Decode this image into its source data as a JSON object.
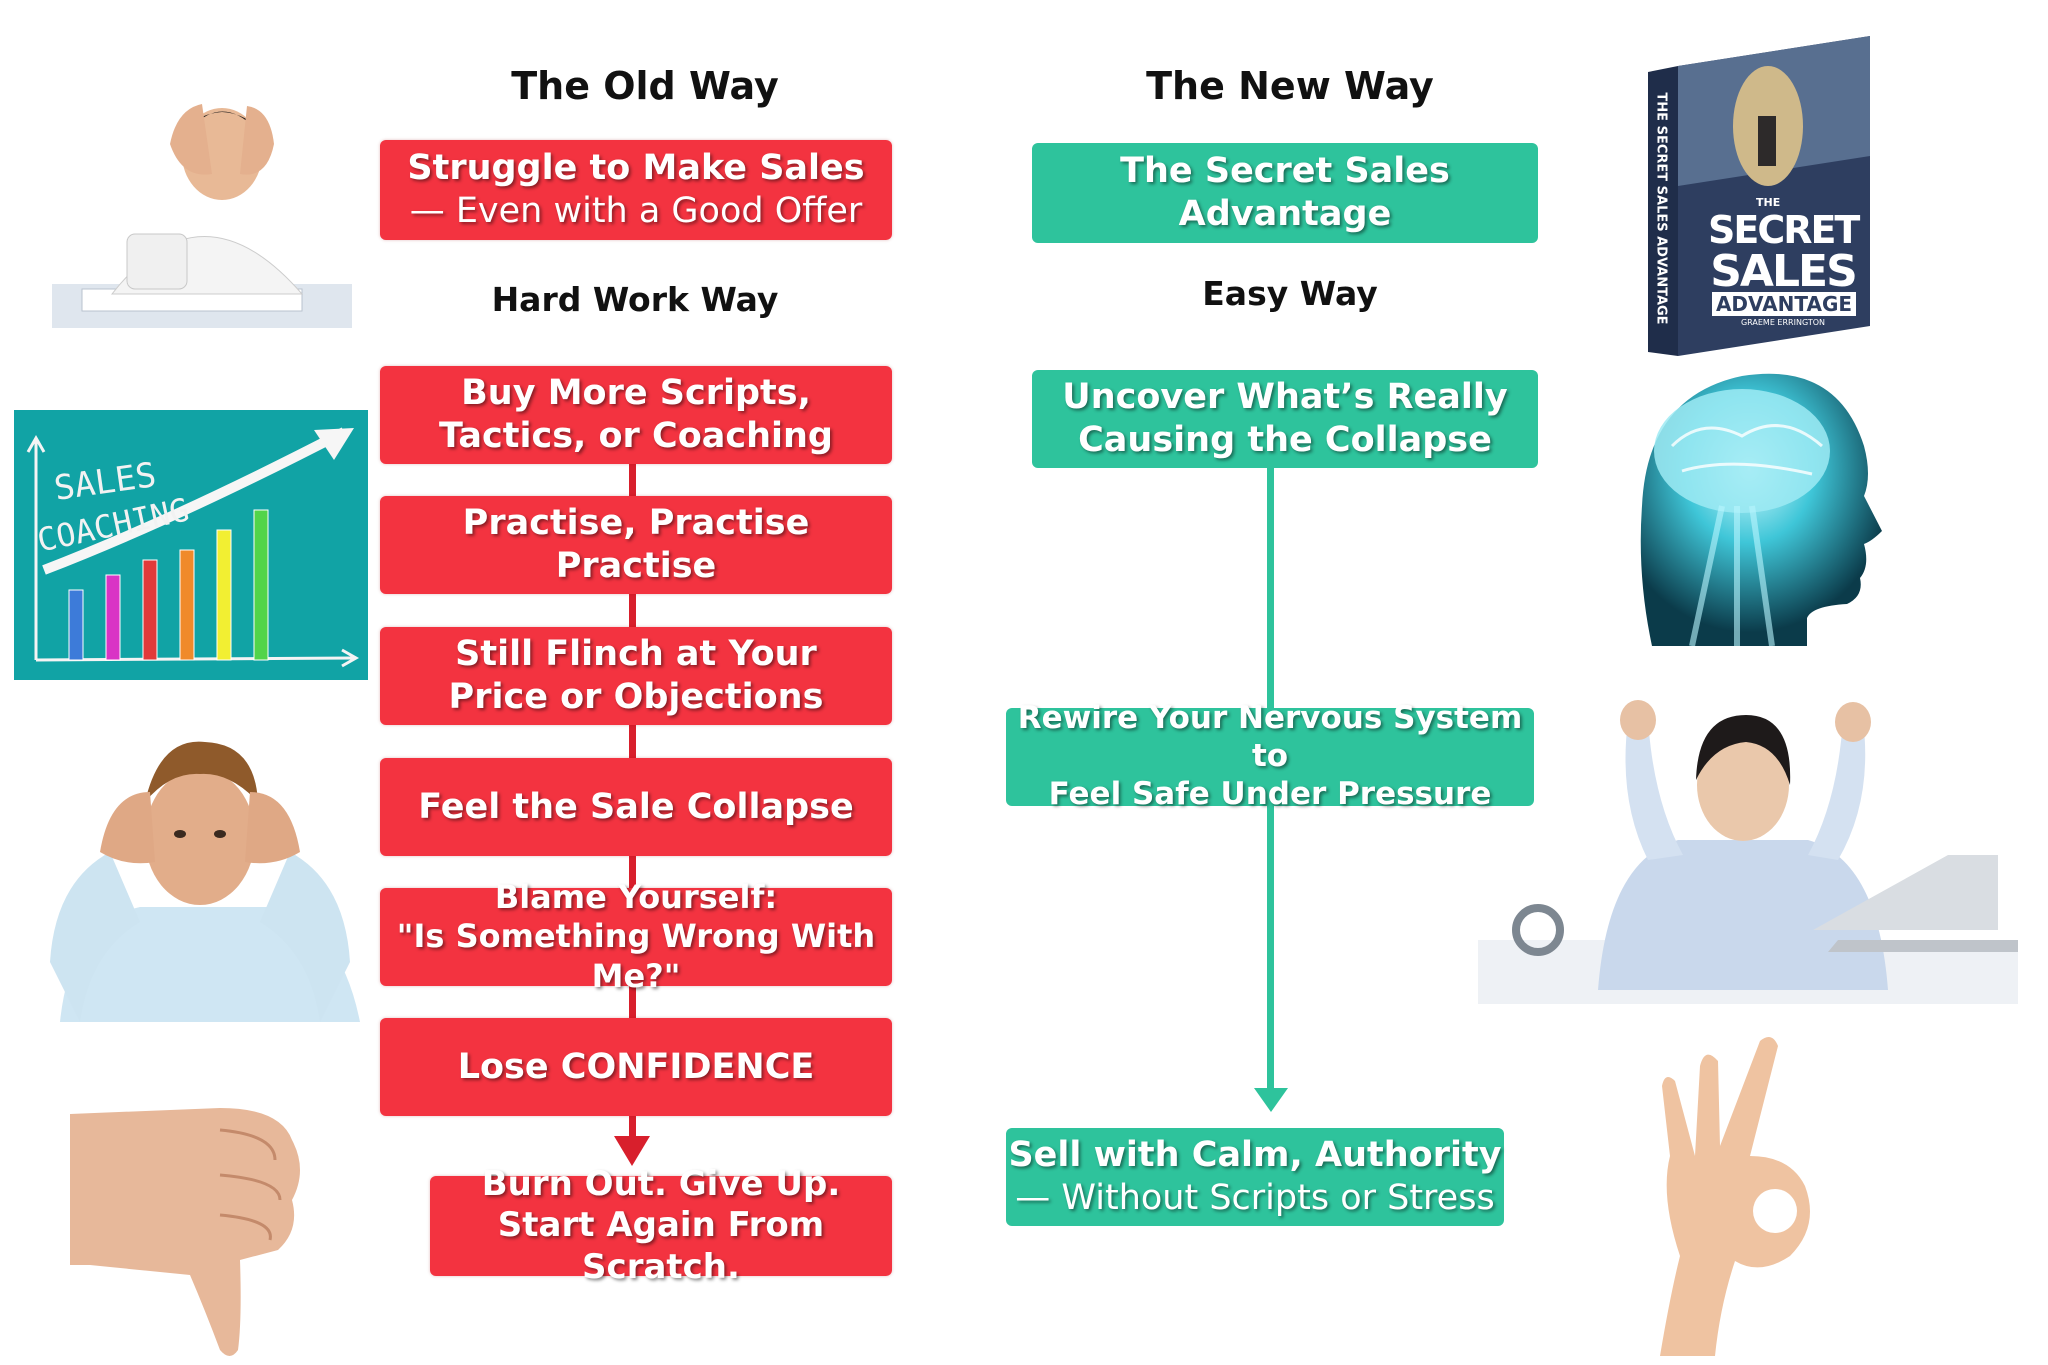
{
  "old_way": {
    "heading": "The Old Way",
    "subheading": "Hard Work Way",
    "top_box": {
      "line1": "Struggle to Make Sales",
      "line2": "— Even with a Good Offer"
    },
    "steps": [
      {
        "line1": "Buy More Scripts,",
        "line2": "Tactics, or Coaching"
      },
      {
        "line1": "Practise, Practise",
        "line2": "Practise"
      },
      {
        "line1": "Still Flinch at Your",
        "line2": "Price or Objections"
      },
      {
        "line1": "Feel the Sale Collapse",
        "line2": ""
      },
      {
        "line1": "Blame Yourself:",
        "line2": "\"Is Something Wrong With Me?\""
      },
      {
        "line1": "Lose CONFIDENCE",
        "line2": ""
      },
      {
        "line1": "Burn Out. Give Up.",
        "line2": "Start Again From Scratch."
      }
    ]
  },
  "new_way": {
    "heading": "The New Way",
    "subheading": "Easy Way",
    "top_box": {
      "line1": "The Secret Sales",
      "line2": "Advantage"
    },
    "steps": [
      {
        "line1": "Uncover What’s Really",
        "line2": "Causing the Collapse"
      },
      {
        "line1": "Rewire Your Nervous System to",
        "line2": "Feel Safe Under Pressure"
      },
      {
        "line1": "Sell with Calm, Authority",
        "line2": "— Without Scripts or Stress"
      }
    ]
  },
  "images": {
    "sales_coaching": {
      "line1": "SALES",
      "line2": "COACHING"
    },
    "book": {
      "spine": "THE SECRET SALES ADVANTAGE",
      "the": "THE",
      "w1": "SECRET",
      "w2": "SALES",
      "w3": "ADVANTAGE",
      "author": "GRAEME ERRINGTON"
    }
  },
  "colors": {
    "red": "#f33340",
    "green": "#2ec39c",
    "chalkboard": "#11a3a5",
    "book": "#2e3e60"
  }
}
